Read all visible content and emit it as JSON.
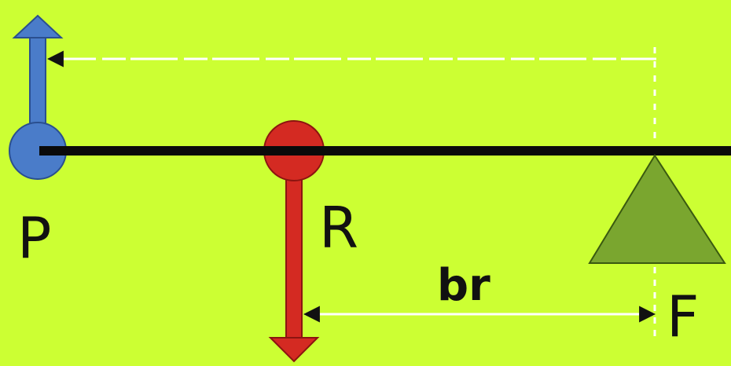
{
  "diagram": {
    "title": "",
    "labels": {
      "effort": "P",
      "resistance": "R",
      "fulcrum": "F",
      "resistance_arm": "br"
    },
    "colors": {
      "background": "#ccff33",
      "effort": "#4a7cc9",
      "resistance": "#d42a22",
      "fulcrum": "#7aa62f",
      "lever": "#0a0a0a",
      "dimension_line": "#ffffff"
    }
  }
}
